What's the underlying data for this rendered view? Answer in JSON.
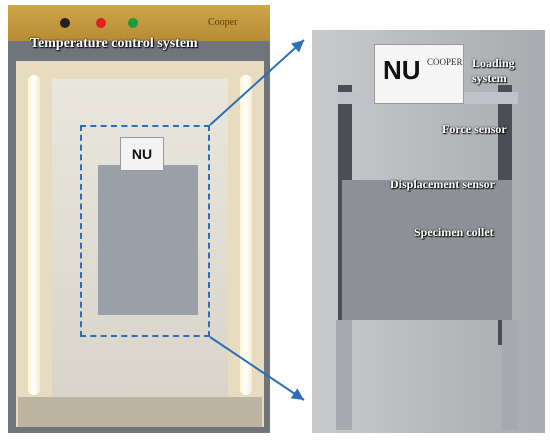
{
  "figure": {
    "left_panel": {
      "title": "Temperature control system",
      "cabinet_badge": "Cooper",
      "nu_label": "NU"
    },
    "right_panel": {
      "nu_label": "NU",
      "brand_text": "COOPER",
      "labels": {
        "loading_line1": "Loading",
        "loading_line2": "system",
        "force": "Force sensor",
        "displacement": "Displacement sensor",
        "collet": "Specimen collet"
      }
    },
    "colors": {
      "arrow": "#2b6fb8",
      "dashed_box": "#2b6fb8",
      "label_text": "#ffffff"
    }
  }
}
